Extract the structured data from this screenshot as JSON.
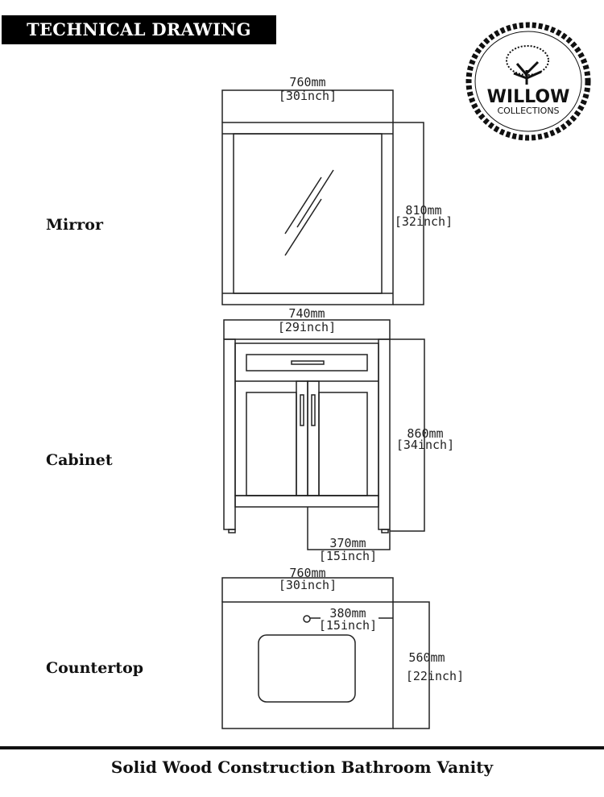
{
  "header": {
    "title": "TECHNICAL DRAWING"
  },
  "logo": {
    "brand": "WILLOW",
    "sub": "COLLECTIONS"
  },
  "sections": [
    {
      "label": "Mirror",
      "width_mm": "760mm",
      "width_in": "[30inch]",
      "height_mm": "810mm",
      "height_in": "[32inch]"
    },
    {
      "label": "Cabinet",
      "width_mm": "740mm",
      "width_in": "[29inch]",
      "height_mm": "860mm",
      "height_in": "[34inch]",
      "center_mm": "370mm",
      "center_in": "[15inch]"
    },
    {
      "label": "Countertop",
      "width_mm": "760mm",
      "width_in": "[30inch]",
      "faucet_mm": "380mm",
      "faucet_in": "[15inch]",
      "depth_mm": "560mm",
      "depth_in": "[22inch]"
    }
  ],
  "footer": {
    "title": "Solid Wood Construction Bathroom Vanity"
  }
}
